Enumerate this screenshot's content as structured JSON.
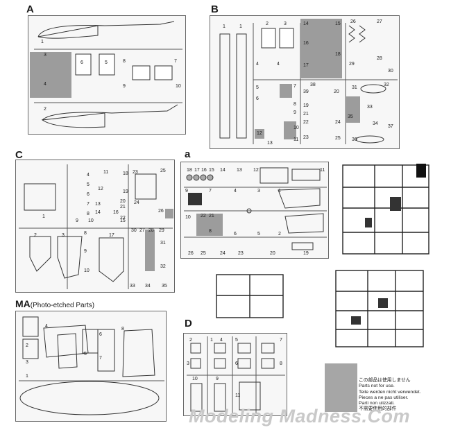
{
  "sections": {
    "A": {
      "letter": "A",
      "labels": [
        "1",
        "3",
        "4",
        "6",
        "5",
        "8",
        "7",
        "9",
        "10",
        "2"
      ]
    },
    "B": {
      "letter": "B",
      "labels": [
        "1",
        "1",
        "2",
        "3",
        "4",
        "4",
        "14",
        "15",
        "16",
        "18",
        "17",
        "26",
        "27",
        "28",
        "29",
        "30",
        "31",
        "32",
        "38",
        "39",
        "19",
        "20",
        "21",
        "22",
        "23",
        "24",
        "25",
        "33",
        "34",
        "35",
        "37",
        "36",
        "5",
        "6",
        "7",
        "8",
        "9",
        "10",
        "12",
        "13",
        "11"
      ]
    },
    "C": {
      "letter": "C",
      "labels": [
        "1",
        "4",
        "5",
        "6",
        "7",
        "8",
        "9",
        "10",
        "11",
        "12",
        "13",
        "14",
        "15",
        "16",
        "18",
        "19",
        "20",
        "21",
        "22",
        "23",
        "24",
        "25",
        "26",
        "2",
        "3",
        "9",
        "8",
        "10",
        "17",
        "30",
        "27",
        "28",
        "29",
        "31",
        "32",
        "33",
        "34",
        "35"
      ]
    },
    "a": {
      "letter": "a",
      "labels": [
        "18",
        "17",
        "16",
        "15",
        "14",
        "13",
        "12",
        "11",
        "9",
        "7",
        "4",
        "3",
        "1",
        "10",
        "22",
        "21",
        "8",
        "6",
        "5",
        "2",
        "26",
        "25",
        "24",
        "23",
        "20",
        "19"
      ]
    },
    "MA": {
      "letter": "MA",
      "subtitle": "(Photo-etched Parts)",
      "labels": [
        "4",
        "2",
        "3",
        "1",
        "5",
        "6",
        "7",
        "8"
      ]
    },
    "D": {
      "letter": "D",
      "labels": [
        "2",
        "1",
        "4",
        "5",
        "7",
        "3",
        "6",
        "8",
        "10",
        "9",
        "11"
      ]
    }
  },
  "legend": {
    "lines": [
      "この部品は使用しません",
      "Parts not for use.",
      "Teile werden nicht verwendet.",
      "Pieces a ne pas utiliser.",
      "Parti non ulizzati.",
      "不需要使用的部件"
    ]
  },
  "watermark": "Modeling Madness.Com"
}
